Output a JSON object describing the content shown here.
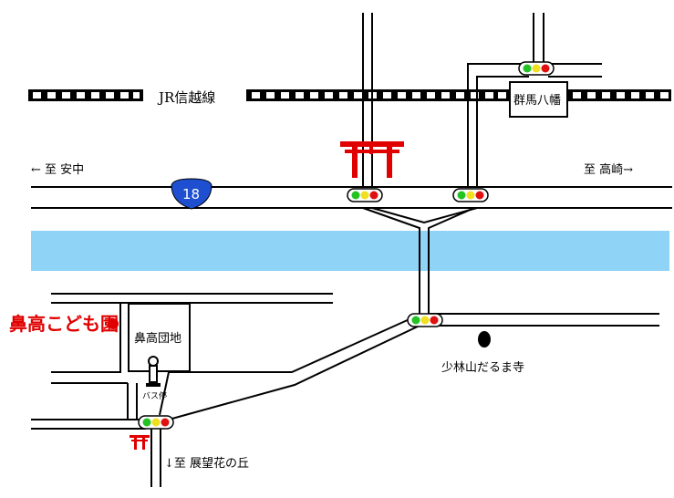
{
  "rail_line_label": "JR信越線",
  "station_label": "群馬八幡",
  "direction_west": "← 至 安中",
  "direction_east": "至 高崎→",
  "direction_south": "↓至 展望花の丘",
  "route_number": "18",
  "kindergarten_label": "鼻高こども園",
  "housing_label": "鼻高団地",
  "bus_stop_label": "バス停",
  "temple_label": "少林山だるま寺",
  "colors": {
    "river": "#8fd3f7",
    "route_shield": "#1f4fd1",
    "torii": "#e00000",
    "highlight": "#e00000",
    "signal_green": "#22c322",
    "signal_yellow": "#f0e020",
    "signal_red": "#e01010"
  },
  "icons": [
    "torii-icon",
    "traffic-light-icon",
    "bus-stop-icon",
    "route-shield-icon",
    "temple-dot-icon"
  ]
}
